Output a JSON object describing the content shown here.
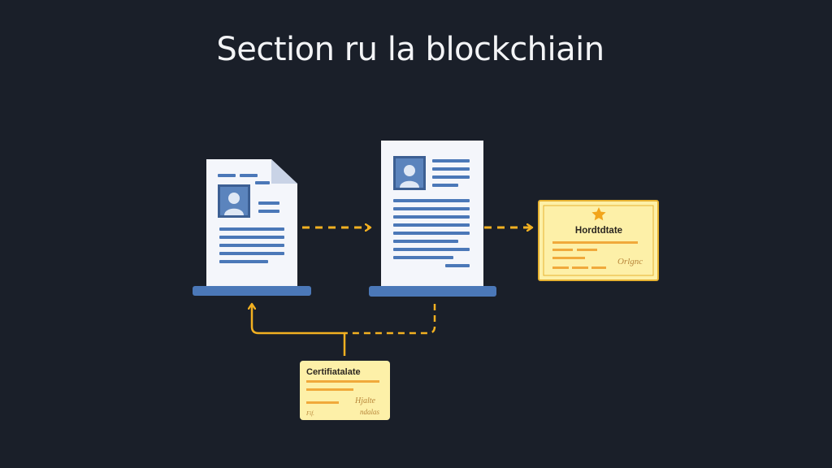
{
  "title": "Section ru la blockchiain",
  "colors": {
    "background": "#1a1f29",
    "document": "#f4f6fb",
    "document_lines": "#4b78b8",
    "avatar_frame": "#3c5f93",
    "platform": "#4b78b8",
    "arrow": "#f2b021",
    "certificate_fill": "#fdf0a8",
    "certificate_border": "#e6b232"
  },
  "nodes": [
    {
      "id": "document-left",
      "kind": "document-with-folded-corner",
      "icon": "user-avatar-icon"
    },
    {
      "id": "document-center",
      "kind": "document",
      "icon": "user-avatar-icon"
    },
    {
      "id": "certificate-right",
      "kind": "certificate",
      "title": "Hordtdtate",
      "signature": "Orlgnc",
      "icon": "star-icon"
    },
    {
      "id": "certificate-bottom",
      "kind": "certificate",
      "title": "Certifiatalate",
      "signature_line1": "Hjalte",
      "signature_line2": "ndalas",
      "corner_text": "Fif."
    }
  ],
  "edges": [
    {
      "from": "document-left",
      "to": "document-center",
      "style": "dashed-arrow"
    },
    {
      "from": "document-center",
      "to": "certificate-right",
      "style": "dashed-arrow"
    },
    {
      "from": "document-center",
      "to": "certificate-bottom",
      "style": "dashed-connector"
    },
    {
      "from": "certificate-bottom",
      "to": "document-left",
      "style": "arrow"
    }
  ]
}
